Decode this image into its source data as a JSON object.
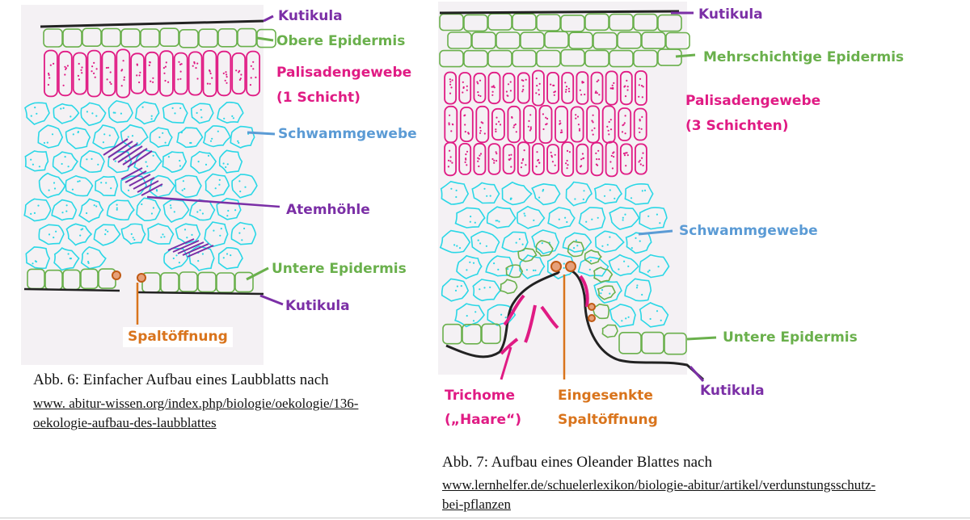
{
  "colors": {
    "kutikula": "#7b2fa6",
    "epidermis": "#6ab04c",
    "palisaden": "#e01b84",
    "schwamm": "#5b9bd5",
    "cells_cyan": "#2ad7e6",
    "atemhoehle": "#7b2fa6",
    "spaltoeffnung": "#d9741c",
    "trichome": "#e01b84"
  },
  "fig6": {
    "labels": {
      "kutikula_top": "Kutikula",
      "obere_epidermis": "Obere Epidermis",
      "palisaden_line1": "Palisadengewebe",
      "palisaden_line2": "(1 Schicht)",
      "schwammgewebe": "Schwammgewebe",
      "atemhoehle": "Atemhöhle",
      "untere_epidermis": "Untere Epidermis",
      "kutikula_bottom": "Kutikula",
      "spaltoeffnung": "Spaltöffnung"
    },
    "caption": {
      "title": "Abb. 6: Einfacher Aufbau eines Laubblatts nach",
      "link_line1": "www. abitur-wissen.org/index.php/biologie/oekologie/136-",
      "link_line2": "oekologie-aufbau-des-laubblattes"
    }
  },
  "fig7": {
    "labels": {
      "kutikula_top": "Kutikula",
      "mehrschichtige_epidermis": "Mehrschichtige Epidermis",
      "palisaden_line1": "Palisadengewebe",
      "palisaden_line2": "(3 Schichten)",
      "schwammgewebe": "Schwammgewebe",
      "untere_epidermis": "Untere Epidermis",
      "kutikula_bottom": "Kutikula",
      "trichome_line1": "Trichome",
      "trichome_line2": "(„Haare“)",
      "eingesenkte_line1": "Eingesenkte",
      "eingesenkte_line2": "Spaltöffnung"
    },
    "caption": {
      "title": "Abb. 7: Aufbau eines Oleander Blattes nach",
      "link_line1": "www.lernhelfer.de/schuelerlexikon/biologie-abitur/artikel/verdunstungsschutz-",
      "link_line2": "bei-pflanzen"
    }
  }
}
